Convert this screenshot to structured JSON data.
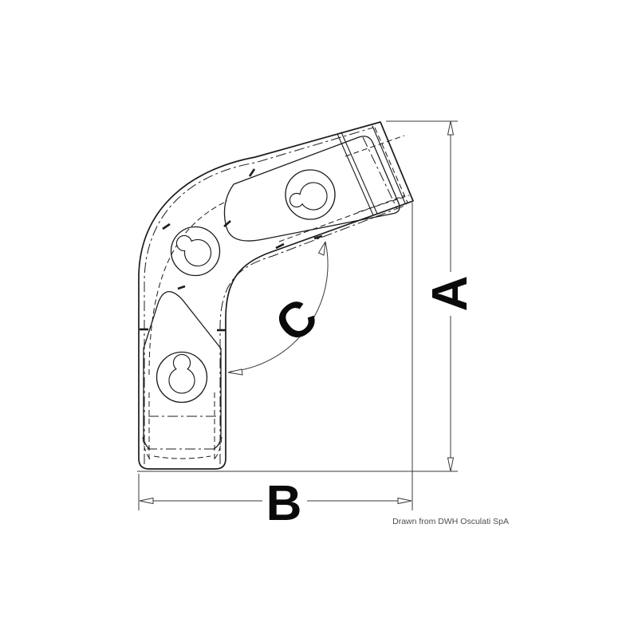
{
  "labels": {
    "a": "A",
    "b": "B",
    "c": "C"
  },
  "credit": "Drawn from DWH Osculati SpA",
  "colors": {
    "outline": "#1c1c1c",
    "dimension": "#3a3a3a",
    "credit": "#4d4d4d",
    "background": "#ffffff"
  }
}
